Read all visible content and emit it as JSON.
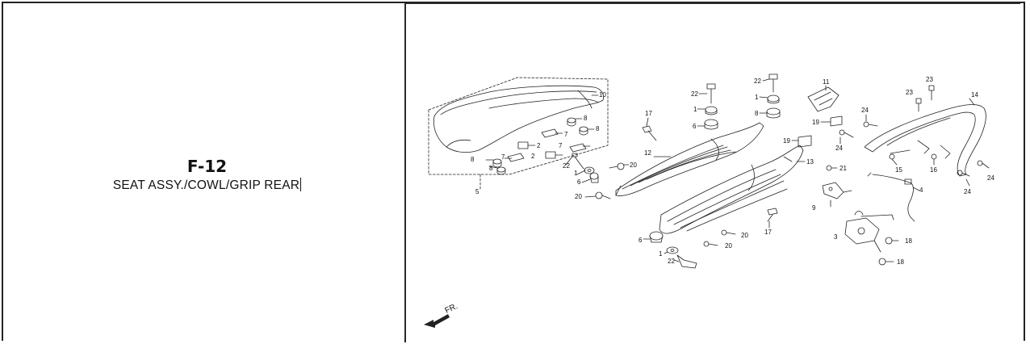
{
  "page": {
    "code": "F-12",
    "title": "SEAT ASSY./COWL/GRIP REAR"
  },
  "diagram": {
    "direction_label": "FR.",
    "callouts": [
      {
        "id": "c10",
        "label": "10"
      },
      {
        "id": "c8a",
        "label": "8"
      },
      {
        "id": "c8b",
        "label": "8"
      },
      {
        "id": "c7a",
        "label": "7"
      },
      {
        "id": "c7b",
        "label": "7"
      },
      {
        "id": "c7c",
        "label": "7"
      },
      {
        "id": "c2a",
        "label": "2"
      },
      {
        "id": "c2b",
        "label": "2"
      },
      {
        "id": "c8c",
        "label": "8"
      },
      {
        "id": "c8d",
        "label": "8"
      },
      {
        "id": "c5",
        "label": "5"
      },
      {
        "id": "c22a",
        "label": "22"
      },
      {
        "id": "c1a",
        "label": "1"
      },
      {
        "id": "c6a",
        "label": "6"
      },
      {
        "id": "c20a",
        "label": "20"
      },
      {
        "id": "c20b",
        "label": "20"
      },
      {
        "id": "c17a",
        "label": "17"
      },
      {
        "id": "c12",
        "label": "12"
      },
      {
        "id": "c22b",
        "label": "22"
      },
      {
        "id": "c1b",
        "label": "1"
      },
      {
        "id": "c6b",
        "label": "6"
      },
      {
        "id": "c22c",
        "label": "22"
      },
      {
        "id": "c1c",
        "label": "1"
      },
      {
        "id": "c8e",
        "label": "8"
      },
      {
        "id": "c11",
        "label": "11"
      },
      {
        "id": "c19a",
        "label": "19"
      },
      {
        "id": "c19b",
        "label": "19"
      },
      {
        "id": "c13",
        "label": "13"
      },
      {
        "id": "c24a",
        "label": "24"
      },
      {
        "id": "c24b",
        "label": "24"
      },
      {
        "id": "c23a",
        "label": "23"
      },
      {
        "id": "c23b",
        "label": "23"
      },
      {
        "id": "c14",
        "label": "14"
      },
      {
        "id": "c15",
        "label": "15"
      },
      {
        "id": "c16",
        "label": "16"
      },
      {
        "id": "c24c",
        "label": "24"
      },
      {
        "id": "c24d",
        "label": "24"
      },
      {
        "id": "c21",
        "label": "21"
      },
      {
        "id": "c4",
        "label": "4"
      },
      {
        "id": "c9",
        "label": "9"
      },
      {
        "id": "c17b",
        "label": "17"
      },
      {
        "id": "c20c",
        "label": "20"
      },
      {
        "id": "c20d",
        "label": "20"
      },
      {
        "id": "c6c",
        "label": "6"
      },
      {
        "id": "c1d",
        "label": "1"
      },
      {
        "id": "c22d",
        "label": "22"
      },
      {
        "id": "c3",
        "label": "3"
      },
      {
        "id": "c18a",
        "label": "18"
      },
      {
        "id": "c18b",
        "label": "18"
      }
    ]
  },
  "colors": {
    "line": "#222222",
    "border": "#222222",
    "background": "#ffffff"
  }
}
